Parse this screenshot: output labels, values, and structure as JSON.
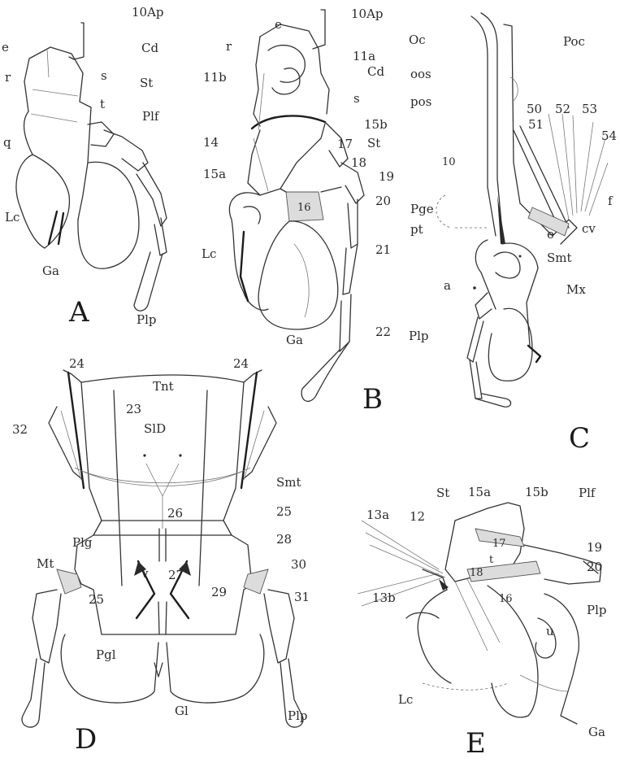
{
  "panels": {
    "A": {
      "letter": "A",
      "labels": [
        "10Ap",
        "e",
        "Cd",
        "r",
        "s",
        "St",
        "t",
        "Plf",
        "q",
        "Lc",
        "Ga",
        "Plp"
      ]
    },
    "B": {
      "letter": "B",
      "labels": [
        "10Ap",
        "e",
        "r",
        "11a",
        "11b",
        "Cd",
        "s",
        "15b",
        "14",
        "17",
        "St",
        "18",
        "19",
        "15a",
        "16",
        "20",
        "Lc",
        "21",
        "Ga",
        "22"
      ]
    },
    "C": {
      "letter": "C",
      "labels": [
        "Oc",
        "Poc",
        "oos",
        "pos",
        "50",
        "52",
        "53",
        "51",
        "54",
        "10",
        "Pge",
        "f",
        "pt",
        "cv",
        "e",
        "Smt",
        "a",
        "Mx",
        "Plp"
      ]
    },
    "D": {
      "letter": "D",
      "labels": [
        "24",
        "24",
        "Tnt",
        "23",
        "SlD",
        "32",
        "Smt",
        "26",
        "25",
        "Plg",
        "28",
        "30",
        "Mt",
        "v",
        "27",
        "29",
        "25",
        "31",
        "Pgl",
        "Gl",
        "Plp"
      ]
    },
    "E": {
      "letter": "E",
      "labels": [
        "St",
        "15a",
        "15b",
        "Plf",
        "13a",
        "12",
        "17",
        "t",
        "19",
        "18",
        "20",
        "13b",
        "16",
        "Plp",
        "u",
        "Lc",
        "Ga"
      ]
    }
  }
}
